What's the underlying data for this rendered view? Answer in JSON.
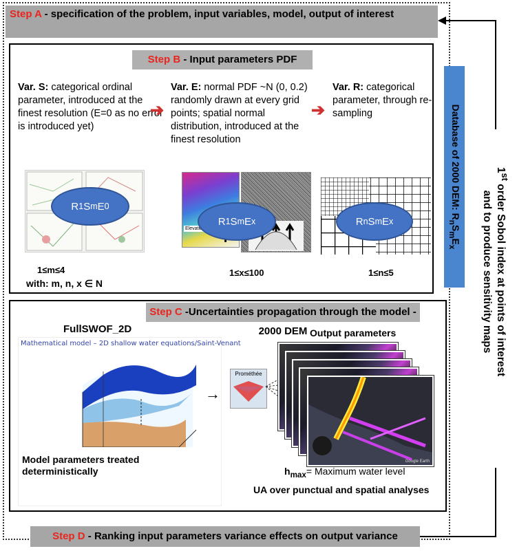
{
  "step_a": {
    "tag": "Step A",
    "text": " -  specification of the problem, input variables, model, output of interest"
  },
  "step_b": {
    "tag": "Step B",
    "text": " - Input parameters PDF",
    "var_s": {
      "name": "Var. S:",
      "desc": " categorical ordinal parameter, introduced at the finest resolution (E=0 as no error is introduced yet)"
    },
    "var_e": {
      "name": "Var. E:",
      "desc": " normal PDF ~N (0, 0.2) randomly drawn at every grid points; spatial normal distribution, introduced at the finest resolution"
    },
    "var_r": {
      "name": "Var. R:",
      "desc": " categorical parameter, through re-sampling"
    },
    "ellipse_1": {
      "base": "R",
      "s1": "1",
      "mid": "S",
      "s2": "m",
      "end": "E",
      "s3": "0"
    },
    "ellipse_2": {
      "base": "R",
      "s1": "1",
      "mid": "S",
      "s2": "m",
      "end": "E",
      "s3": "x"
    },
    "ellipse_3": {
      "base": "R",
      "s1": "n",
      "mid": "S",
      "s2": "m",
      "end": "E",
      "s3": "x"
    },
    "range_m": "1≤m≤4",
    "with_text": "with:  m, n, x ∈ N",
    "range_x": "1≤x≤100",
    "range_n": "1≤n≤5",
    "elevation_label": "Elevation (m)",
    "plus": "+"
  },
  "database": {
    "text": "Database of 2000 DEM: R",
    "s1": "n",
    "mid": "S",
    "s2": "m",
    "end": "E",
    "s3": "x"
  },
  "step_c": {
    "tag": "Step C",
    "text": " -Uncertainties propagation through the model - 2000 DEM",
    "model_name": "FullSWOF_2D",
    "math_model": "Mathematical model – 2D shallow water equations/Saint-Venant",
    "model_params": "Model parameters  treated deterministically",
    "promethee": "Prométhée",
    "output_params": "Output parameters",
    "hmax_sym": "h",
    "hmax_sub": "max",
    "hmax_text": "= Maximum water level",
    "ua_text": "UA over punctual and spatial analyses",
    "google_earth": "Google Earth"
  },
  "step_d": {
    "tag": "Step D",
    "text": " - Ranking input parameters variance effects on output variance"
  },
  "sobol": {
    "line1_pre": "1",
    "line1_sup": "st",
    "line1_post": " order Sobol index at points of interest",
    "line2": "and to produce  sensitivity maps"
  },
  "colors": {
    "step_red": "#e8251e",
    "ellipse_blue": "#4472c4",
    "db_blue": "#4a86d0",
    "banner_gray": "#a6a6a6"
  }
}
